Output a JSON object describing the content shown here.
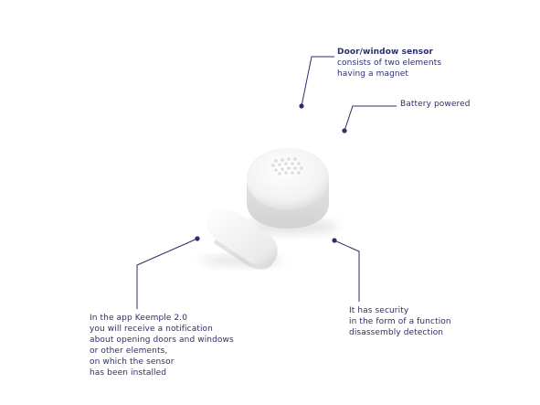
{
  "callouts": {
    "sensor": {
      "title": "Door/window sensor",
      "text": "consists of two elements\nhaving a magnet"
    },
    "battery": {
      "text": "Battery powered"
    },
    "app": {
      "text": "In the app Keemple 2.0\nyou will receive a notification\nabout opening doors and windows\nor other elements,\non which the sensor\nhas been installed"
    },
    "security": {
      "text": "It has security\nin the form of a function\ndisassembly detection"
    }
  },
  "colors": {
    "accent": "#2b2f6b",
    "device": "#f4f4f4"
  }
}
